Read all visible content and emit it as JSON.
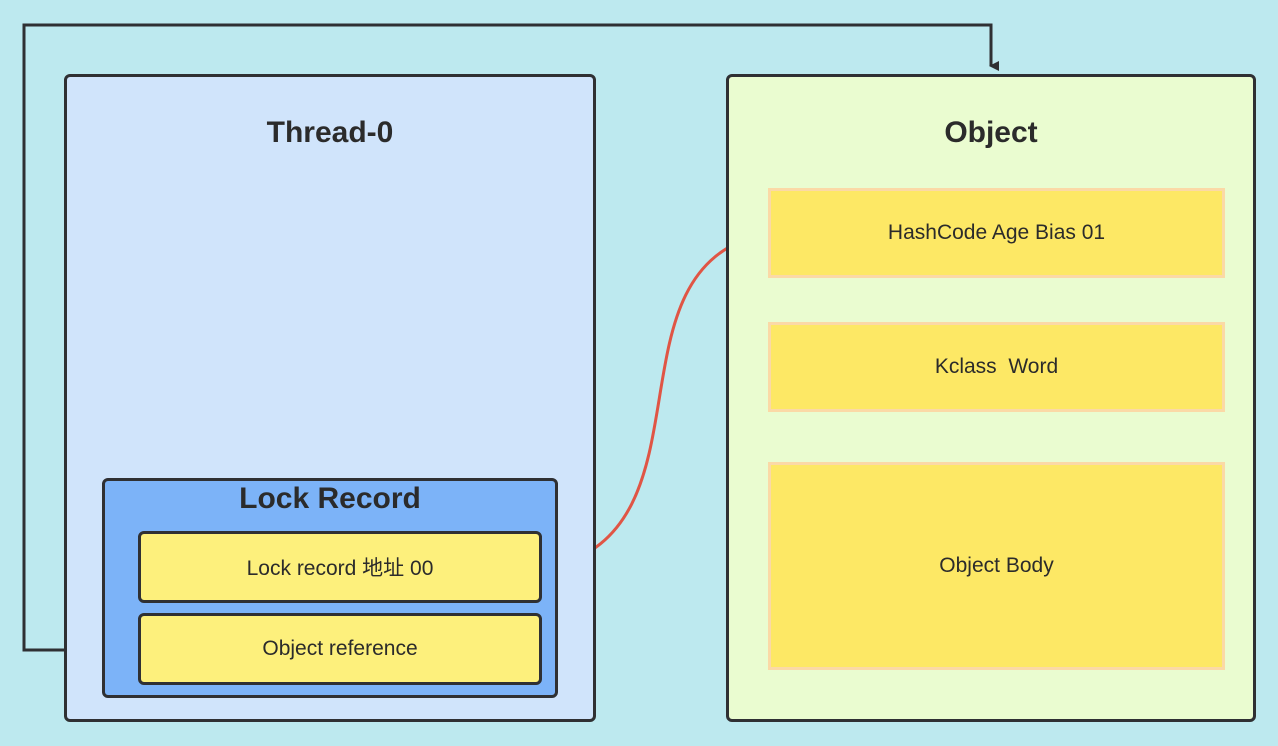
{
  "thread": {
    "title": "Thread-0",
    "lock_record": {
      "title": "Lock Record",
      "fields": [
        "Lock record 地址 00",
        "Object reference"
      ]
    }
  },
  "object": {
    "title": "Object",
    "fields": [
      "HashCode Age Bias 01",
      "Kclass  Word",
      "Object Body"
    ]
  },
  "colors": {
    "background": "#bde9ef",
    "thread_fill": "#d0e4fb",
    "object_fill": "#eafcd0",
    "lock_record_fill": "#7cb3f8",
    "field_fill": "#fdf07c",
    "object_field_fill": "#fde865",
    "cas_arrow": "#e05545",
    "reference_arrow": "#2f3033"
  }
}
